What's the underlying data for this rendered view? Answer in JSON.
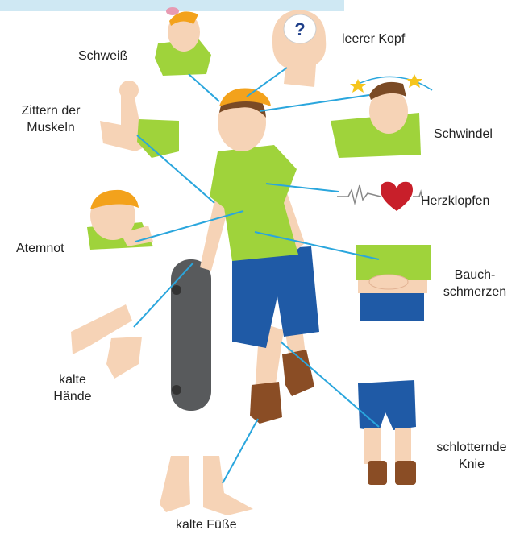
{
  "colors": {
    "leader_line": "#2aa6dd",
    "shirt_green": "#9fd33b",
    "shorts_blue": "#1f5aa6",
    "cap_orange": "#f3a21c",
    "skin": "#f6d3b6",
    "hair_brown": "#7a4a25",
    "shoe_brown": "#8a4d25",
    "skateboard": "#585a5c",
    "top_bar": "#cfe8f3"
  },
  "labels": {
    "sweat": "Schweiß",
    "empty_head": "leerer Kopf",
    "muscle_tremor_1": "Zittern der",
    "muscle_tremor_2": "Muskeln",
    "dizziness": "Schwindel",
    "palpitations": "Herzklopfen",
    "short_breath": "Atemnot",
    "stomach_1": "Bauch-",
    "stomach_2": "schmerzen",
    "cold_hands_1": "kalte",
    "cold_hands_2": "Hände",
    "shaking_knees_1": "schlotternde",
    "shaking_knees_2": "Knie",
    "cold_feet": "kalte Füße"
  },
  "icons": {
    "question_mark": "?"
  }
}
